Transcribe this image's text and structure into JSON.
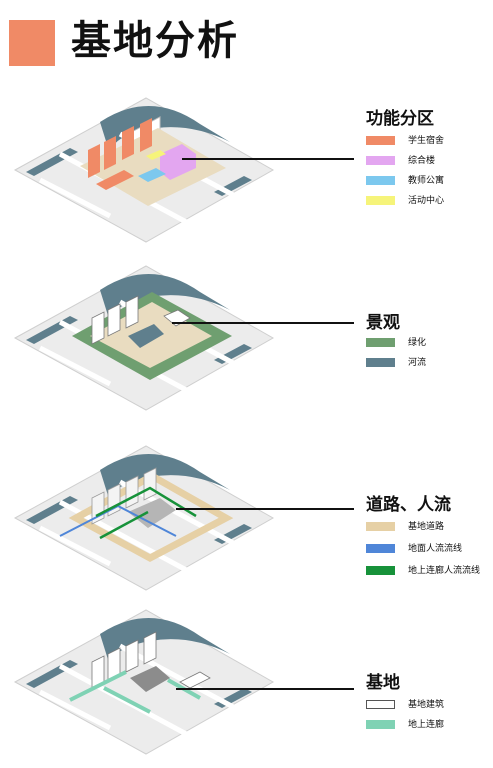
{
  "page_title": "基地分析",
  "colors": {
    "title_square": "#f08a66",
    "ground": "#ececec",
    "road_white": "#ffffff",
    "river": "#5f7f8d",
    "building": "#8c8c8c"
  },
  "sections": [
    {
      "id": "function",
      "title": "功能分区",
      "legend": [
        {
          "label": "学生宿舍",
          "color": "#f08a66"
        },
        {
          "label": "综合楼",
          "color": "#e3a6f0"
        },
        {
          "label": "教师公寓",
          "color": "#7cc8ee"
        },
        {
          "label": "活动中心",
          "color": "#f6f47a"
        }
      ]
    },
    {
      "id": "landscape",
      "title": "景观",
      "legend": [
        {
          "label": "绿化",
          "color": "#6f9f70"
        },
        {
          "label": "河流",
          "color": "#5f7f8d"
        }
      ]
    },
    {
      "id": "circulation",
      "title": "道路、人流",
      "legend": [
        {
          "label": "基地道路",
          "color": "#e6d0a5"
        },
        {
          "label": "地面人流流线",
          "color": "#4f86d8"
        },
        {
          "label": "地上连廊人流流线",
          "color": "#17923a"
        }
      ]
    },
    {
      "id": "site",
      "title": "基地",
      "legend": [
        {
          "label": "基地建筑",
          "color": "#ffffff",
          "outline": true
        },
        {
          "label": "地上连廊",
          "color": "#7fd2b4"
        }
      ]
    }
  ]
}
